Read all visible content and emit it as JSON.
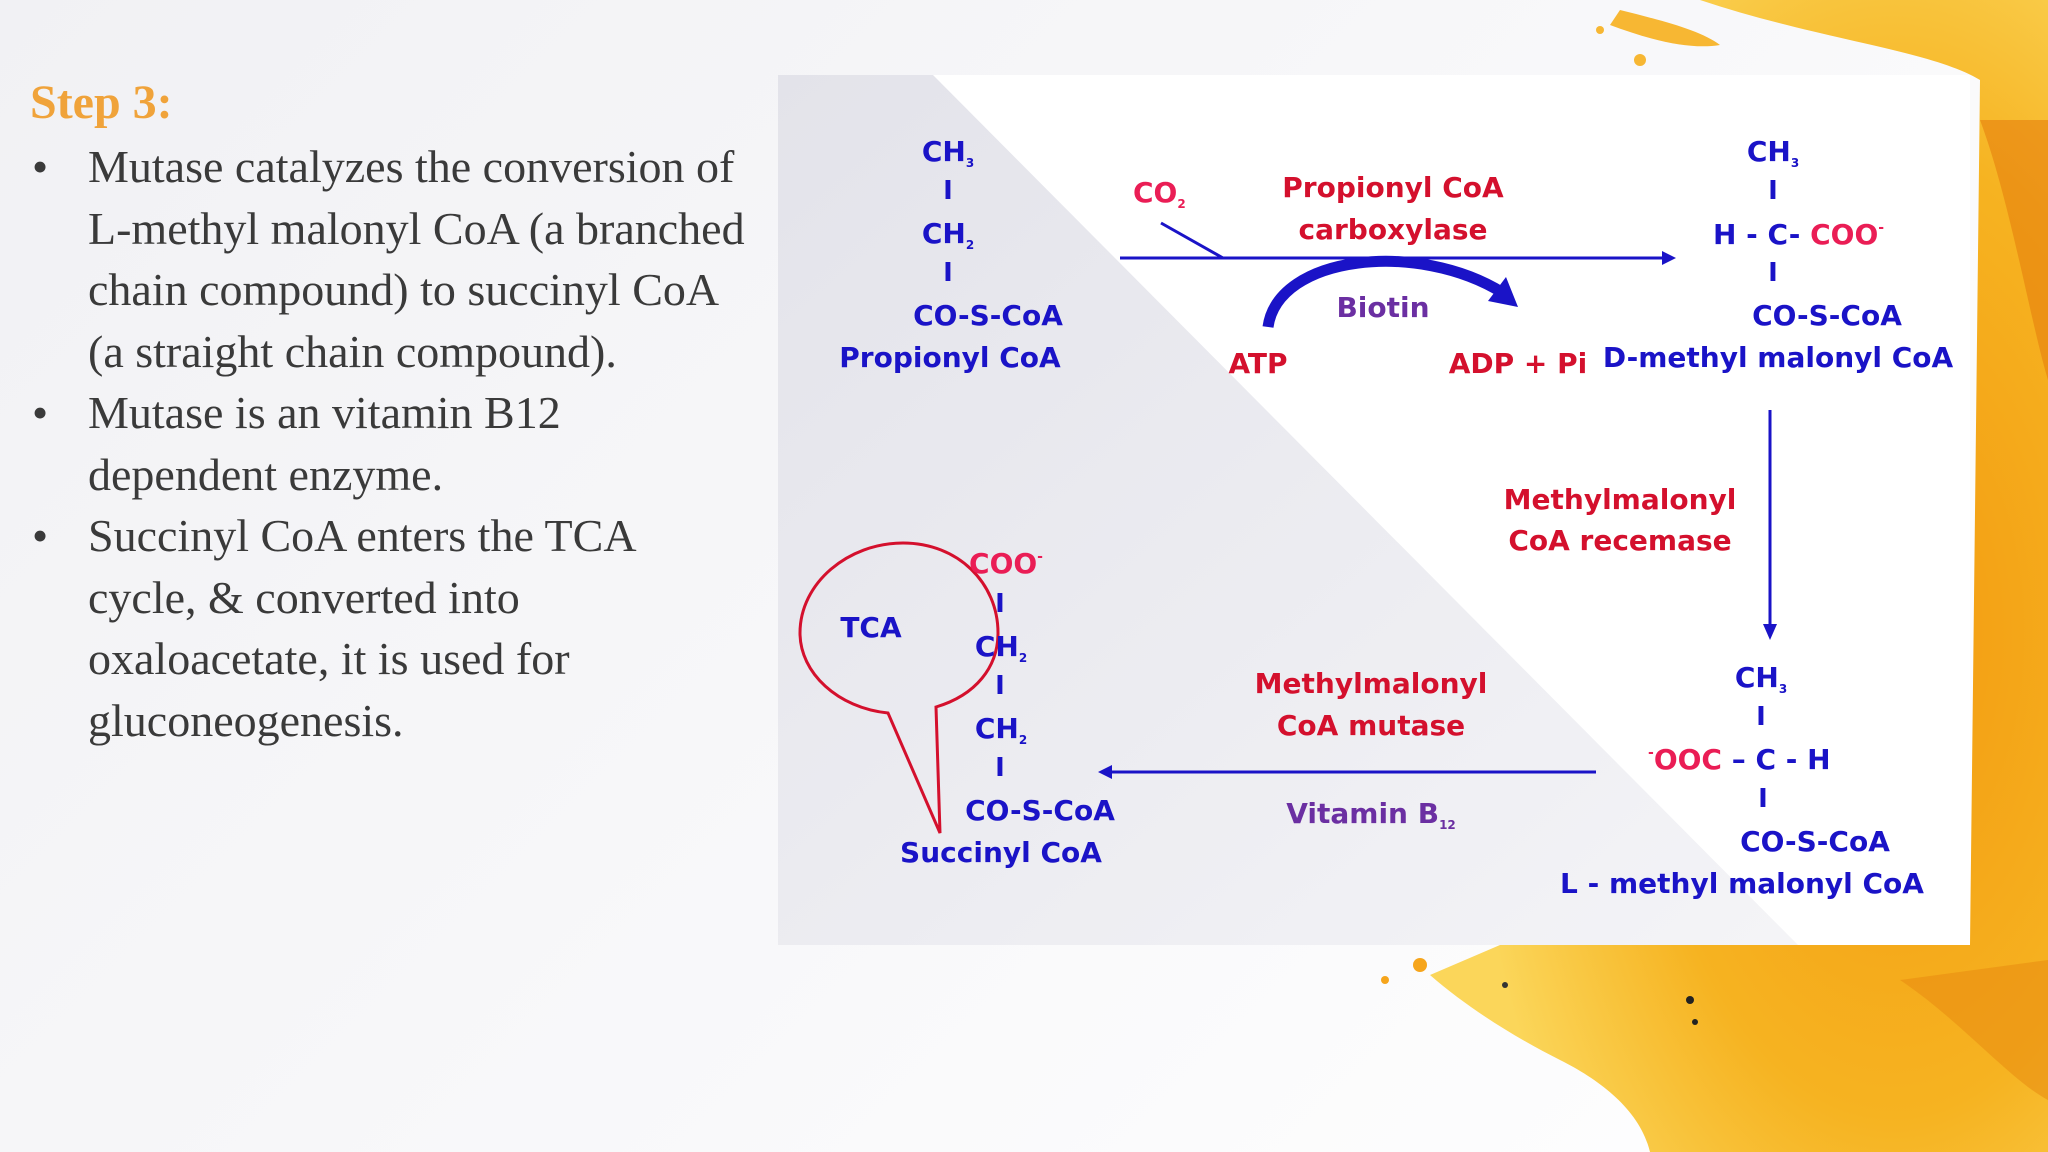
{
  "slide": {
    "title": "Step 3:",
    "bullets": [
      "Mutase catalyzes the conversion of L-methyl malonyl CoA (a branched chain compound) to succinyl CoA (a straight chain compound).",
      "Mutase is an vitamin B12 dependent enzyme.",
      "Succinyl CoA enters the TCA cycle, & converted into oxaloacetate, it is used for gluconeogenesis."
    ]
  },
  "diagram": {
    "propionyl": {
      "ch3": "CH",
      "ch3_sub": "3",
      "ch2": "CH",
      "ch2_sub": "2",
      "cos": "CO-S-CoA",
      "name": "Propionyl CoA"
    },
    "carboxylase": {
      "co2": "CO",
      "co2_sub": "2",
      "enzyme_line1": "Propionyl CoA",
      "enzyme_line2": "carboxylase",
      "cofactor": "Biotin",
      "atp": "ATP",
      "adp": "ADP + Pi"
    },
    "d_methyl": {
      "ch3": "CH",
      "ch3_sub": "3",
      "h_c": "H - C-",
      "coo": "COO",
      "coo_charge": "-",
      "cos": "CO-S-CoA",
      "name": "D-methyl malonyl CoA"
    },
    "racemase": {
      "line1": "Methylmalonyl",
      "line2": "CoA recemase"
    },
    "l_methyl": {
      "ch3": "CH",
      "ch3_sub": "3",
      "ooc_charge": "-",
      "ooc": "OOC",
      "c_h": "– C - H",
      "cos": "CO-S-CoA",
      "name": "L - methyl malonyl CoA"
    },
    "mutase": {
      "line1": "Methylmalonyl",
      "line2": "CoA mutase",
      "vitamin": "Vitamin B",
      "vitamin_sub": "12"
    },
    "succinyl": {
      "coo": "COO",
      "coo_charge": "-",
      "ch2a": "CH",
      "ch2a_sub": "2",
      "ch2b": "CH",
      "ch2b_sub": "2",
      "cos": "CO-S-CoA",
      "name": "Succinyl CoA"
    },
    "tca": "TCA",
    "bond": "I"
  },
  "colors": {
    "title": "#f0a33a",
    "blue": "#1a13c7",
    "red": "#d4102d",
    "pink": "#ea1d55",
    "purple": "#6b2fa2",
    "splash": "#f5a41c"
  }
}
